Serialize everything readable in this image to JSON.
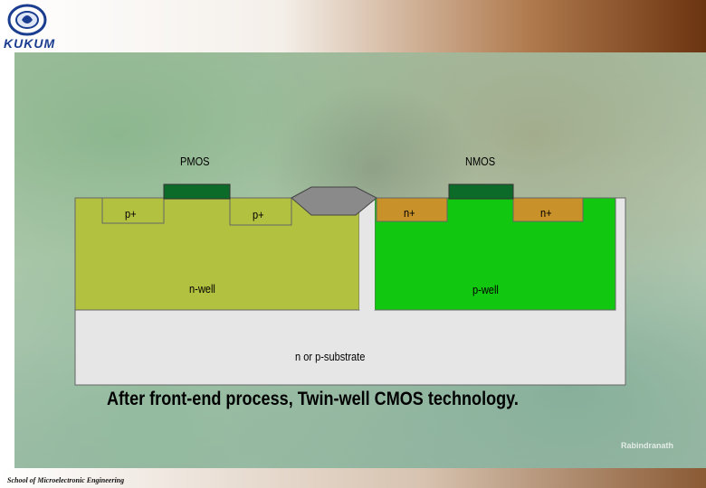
{
  "header": {
    "logo_text": "KUKUM"
  },
  "labels": {
    "pmos": "PMOS",
    "nmos": "NMOS",
    "p_plus_left": "p+",
    "p_plus_right": "p+",
    "n_plus_left": "n+",
    "n_plus_right": "n+",
    "n_well": "n-well",
    "p_well": "p-well",
    "substrate": "n or p-substrate"
  },
  "caption": "After front-end process, Twin-well CMOS technology.",
  "footer": {
    "school": "School of Microelectronic Engineering"
  },
  "watermark": "Rabindranath",
  "colors": {
    "substrate": "#e6e6e6",
    "n_well": "#b3c140",
    "p_well": "#12c70f",
    "gate": "#0d6b2a",
    "implant": "#c8912a",
    "field_oxide": "#8a8a8a"
  }
}
